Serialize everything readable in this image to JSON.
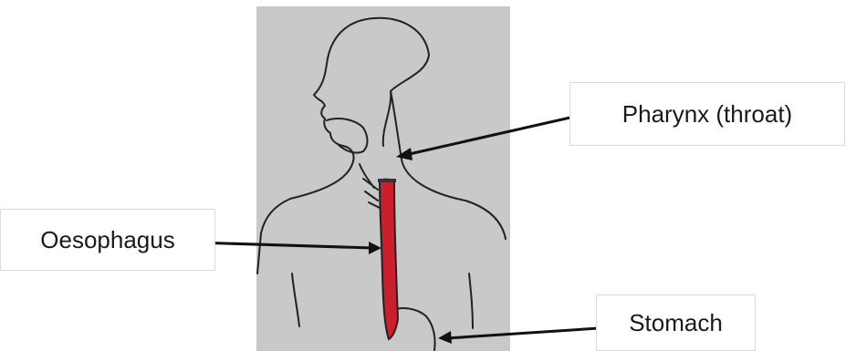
{
  "labels": {
    "pharynx": "Pharynx (throat)",
    "oesophagus": "Oesophagus",
    "stomach": "Stomach"
  },
  "colors": {
    "paper": "#c9c9c9",
    "ink": "#222222",
    "oesophagus_fill": "#cc1f2e",
    "arrow": "#111111"
  }
}
